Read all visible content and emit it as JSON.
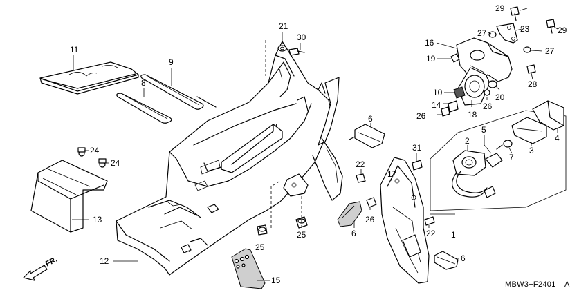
{
  "diagram": {
    "code": "MBW3−F2401",
    "code_suffix": "A",
    "direction_label": "FR.",
    "callouts": [
      {
        "id": "c1",
        "label": "1"
      },
      {
        "id": "c2",
        "label": "2"
      },
      {
        "id": "c3",
        "label": "3"
      },
      {
        "id": "c4",
        "label": "4"
      },
      {
        "id": "c5",
        "label": "5"
      },
      {
        "id": "c6a",
        "label": "6"
      },
      {
        "id": "c6b",
        "label": "6"
      },
      {
        "id": "c6c",
        "label": "6"
      },
      {
        "id": "c7",
        "label": "7"
      },
      {
        "id": "c8",
        "label": "8"
      },
      {
        "id": "c9",
        "label": "9"
      },
      {
        "id": "c10",
        "label": "10"
      },
      {
        "id": "c11",
        "label": "11"
      },
      {
        "id": "c12",
        "label": "12"
      },
      {
        "id": "c13",
        "label": "13"
      },
      {
        "id": "c14",
        "label": "14"
      },
      {
        "id": "c15",
        "label": "15"
      },
      {
        "id": "c16",
        "label": "16"
      },
      {
        "id": "c17",
        "label": "17"
      },
      {
        "id": "c18",
        "label": "18"
      },
      {
        "id": "c19",
        "label": "19"
      },
      {
        "id": "c20",
        "label": "20"
      },
      {
        "id": "c21",
        "label": "21"
      },
      {
        "id": "c22a",
        "label": "22"
      },
      {
        "id": "c22b",
        "label": "22"
      },
      {
        "id": "c23",
        "label": "23"
      },
      {
        "id": "c24a",
        "label": "24"
      },
      {
        "id": "c24b",
        "label": "24"
      },
      {
        "id": "c25a",
        "label": "25"
      },
      {
        "id": "c25b",
        "label": "25"
      },
      {
        "id": "c26a",
        "label": "26"
      },
      {
        "id": "c26b",
        "label": "26"
      },
      {
        "id": "c26c",
        "label": "26"
      },
      {
        "id": "c27a",
        "label": "27"
      },
      {
        "id": "c27b",
        "label": "27"
      },
      {
        "id": "c28",
        "label": "28"
      },
      {
        "id": "c29a",
        "label": "29"
      },
      {
        "id": "c29b",
        "label": "29"
      },
      {
        "id": "c30",
        "label": "30"
      },
      {
        "id": "c31",
        "label": "31"
      }
    ]
  }
}
